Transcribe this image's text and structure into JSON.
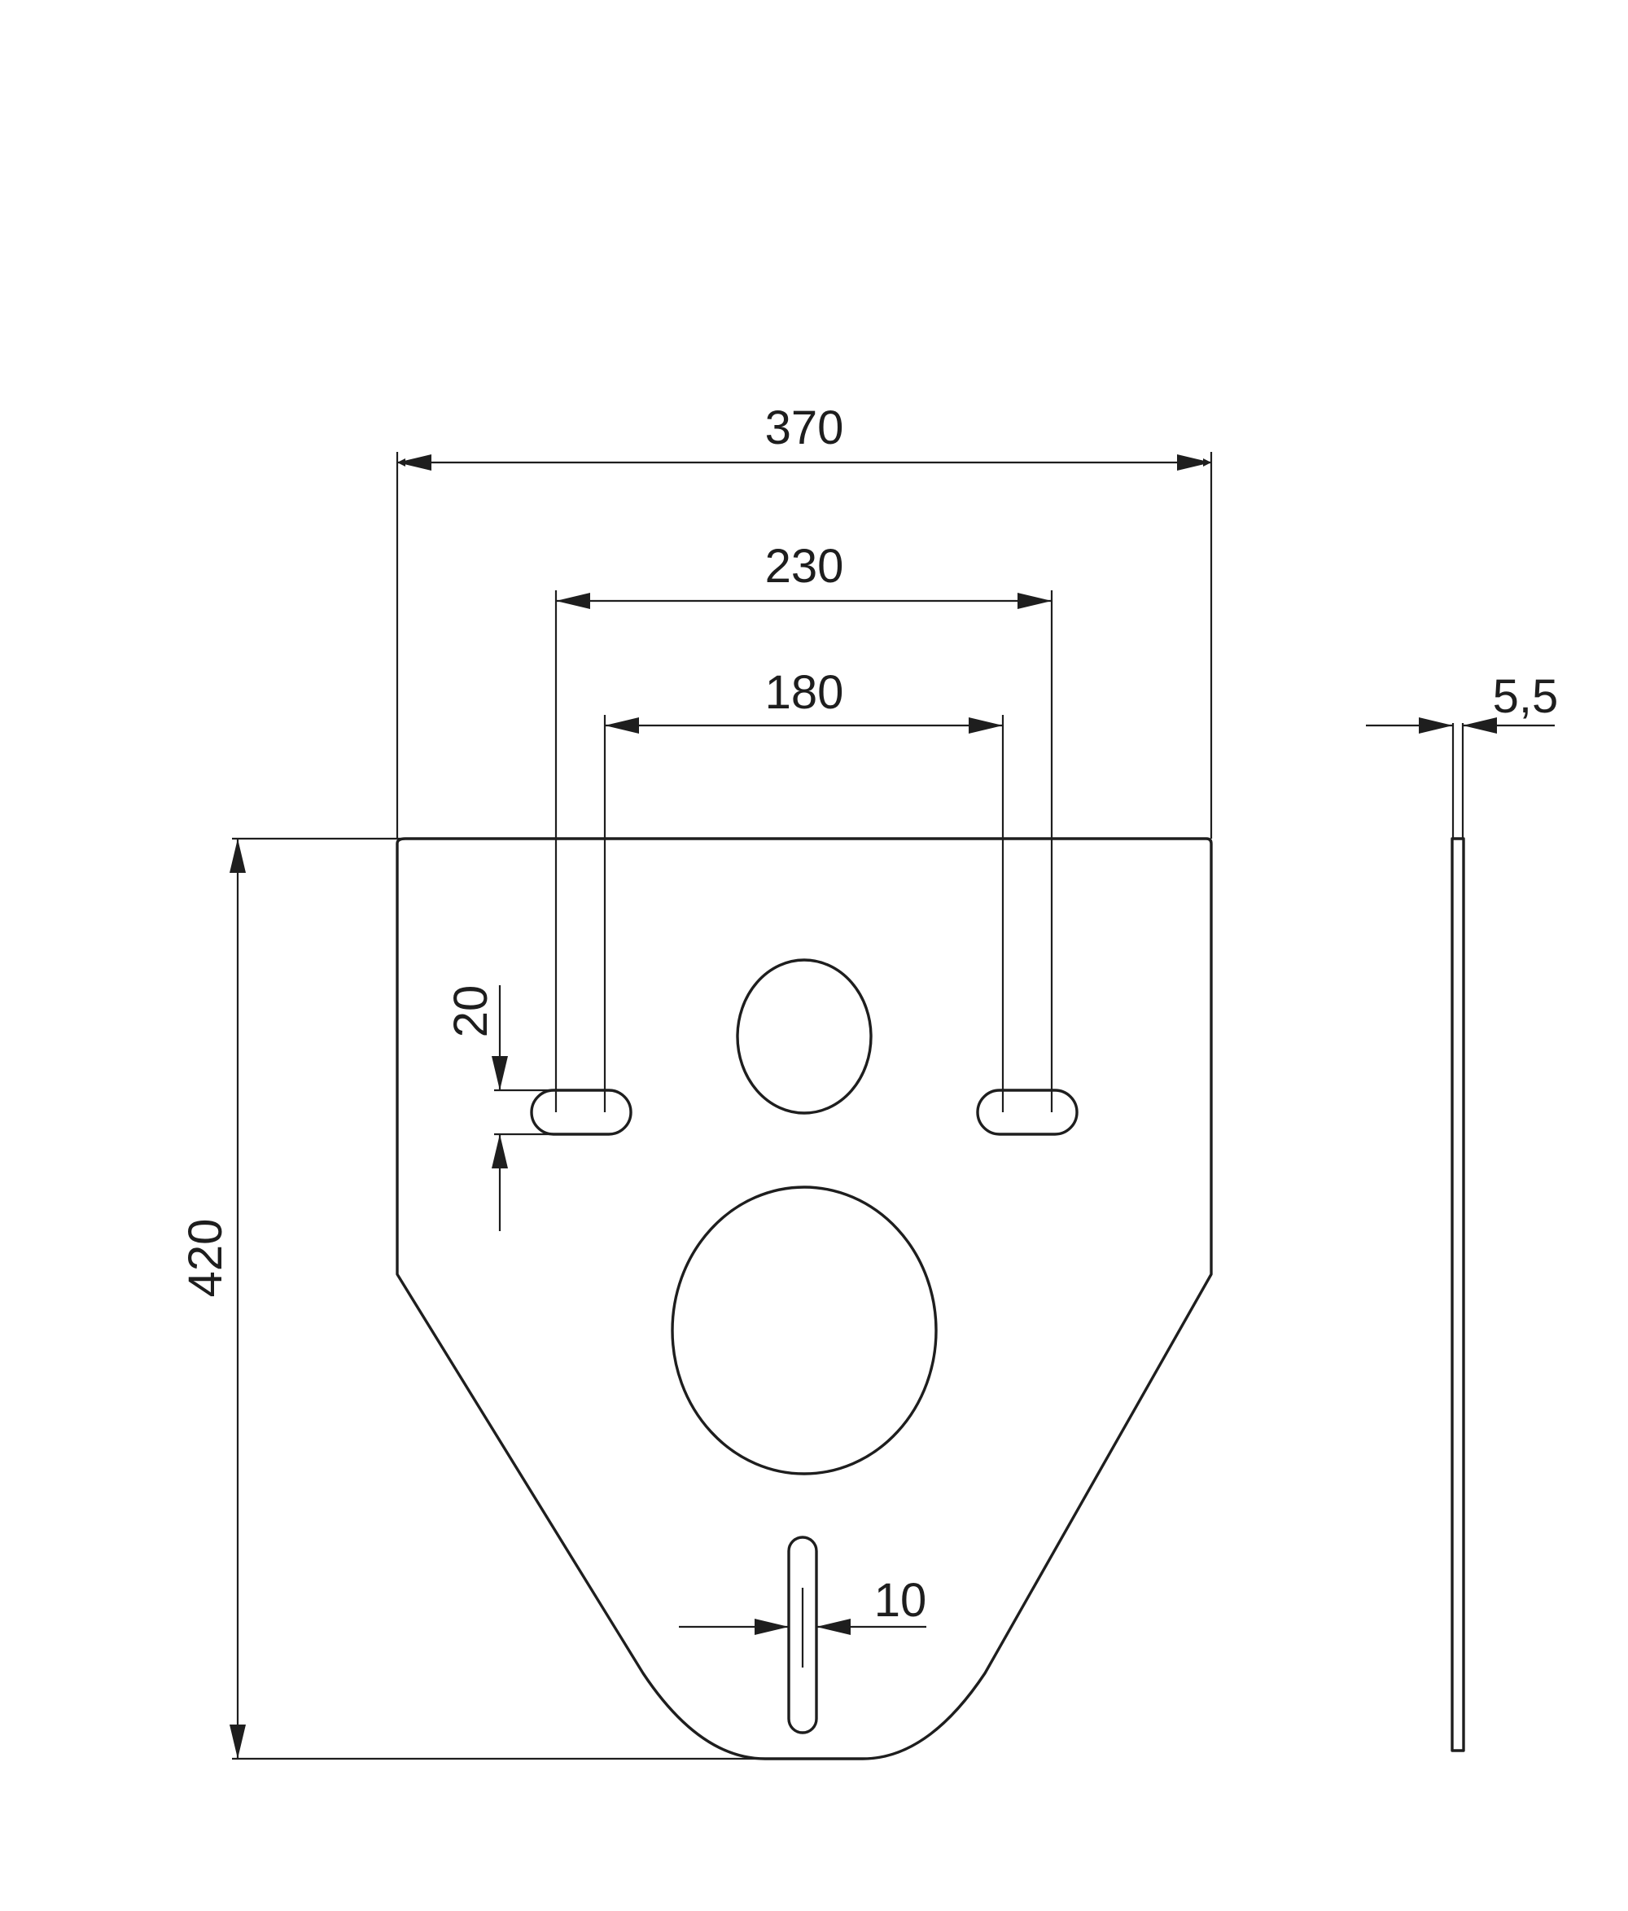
{
  "drawing": {
    "line_color": "#1e1e1e",
    "background": "#ffffff",
    "dimensions": {
      "overall_width": "370",
      "outer_fixing_spacing": "230",
      "inner_fixing_spacing": "180",
      "overall_height": "420",
      "slot_height": "20",
      "bottom_slot_width": "10",
      "thickness": "5,5"
    }
  }
}
